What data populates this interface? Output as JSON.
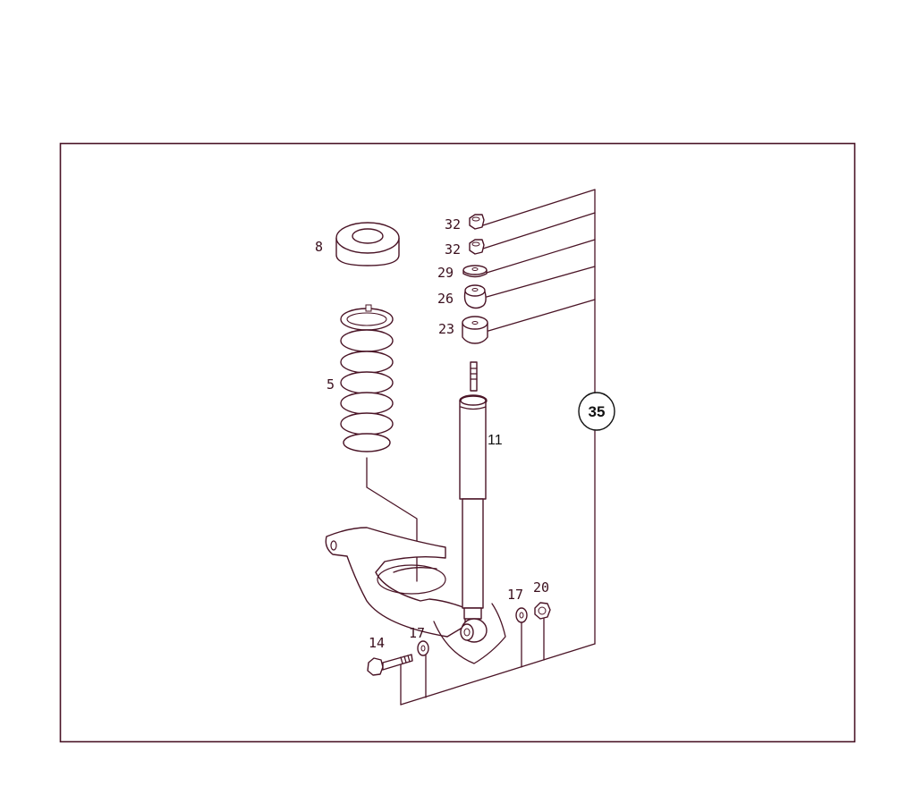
{
  "diagram": {
    "type": "exploded parts diagram",
    "subject": "rear suspension: coil spring, shock absorber, control arm",
    "colors": {
      "line": "#4a1426",
      "frame": "#4a1426",
      "background": "#ffffff"
    },
    "parts": [
      {
        "id": "8",
        "label": "8",
        "name": "spring-seat-pad"
      },
      {
        "id": "5",
        "label": "5",
        "name": "coil-spring"
      },
      {
        "id": "11",
        "label": "11",
        "name": "shock-absorber"
      },
      {
        "id": "32a",
        "label": "32",
        "name": "nut"
      },
      {
        "id": "32b",
        "label": "32",
        "name": "nut"
      },
      {
        "id": "29",
        "label": "29",
        "name": "washer"
      },
      {
        "id": "26",
        "label": "26",
        "name": "rubber-bushing"
      },
      {
        "id": "23",
        "label": "23",
        "name": "rubber-bushing"
      },
      {
        "id": "14",
        "label": "14",
        "name": "bolt"
      },
      {
        "id": "17a",
        "label": "17",
        "name": "washer"
      },
      {
        "id": "17b",
        "label": "17",
        "name": "washer"
      },
      {
        "id": "20",
        "label": "20",
        "name": "nut"
      }
    ],
    "kit_callout": {
      "label": "35",
      "note": "kit including parts 23, 26, 29, 32, 14, 17, 20"
    }
  }
}
